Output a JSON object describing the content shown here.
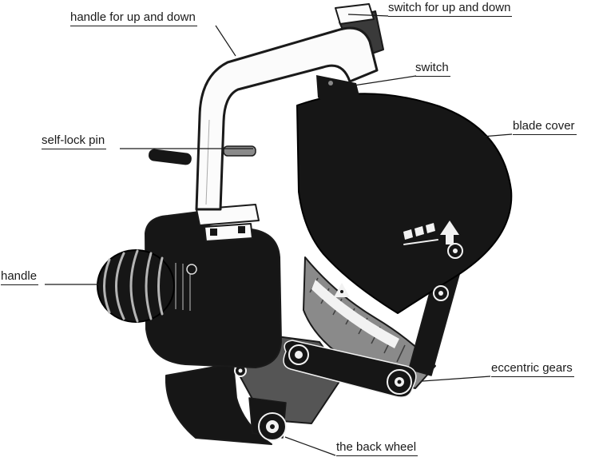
{
  "diagram": {
    "colors": {
      "ink": "#1a1a1a",
      "dark": "#161616",
      "mid": "#555555",
      "gray": "#8a8a8a",
      "light": "#fbfbfb",
      "highlight": "#f2f2f2",
      "paper": "#ffffff"
    },
    "illustration": "power-cutter-side-view",
    "parts": [
      "carry-handle",
      "up-down-switch-tab",
      "trigger-switch",
      "blade-cover",
      "lower-blade-guard",
      "motor-housing",
      "knob-handle",
      "self-lock-pin",
      "clamp-bracket",
      "base-sled",
      "back-wheel",
      "eccentric-gear-arm",
      "pivot-bolts"
    ]
  },
  "labels": [
    {
      "id": "handle-for-up-and-down",
      "text": "handle for up and down"
    },
    {
      "id": "switch-for-up-and-down",
      "text": "switch for up and down"
    },
    {
      "id": "switch",
      "text": "switch"
    },
    {
      "id": "blade-cover",
      "text": "blade cover"
    },
    {
      "id": "self-lock-pin",
      "text": "self-lock pin"
    },
    {
      "id": "handle",
      "text": "handle"
    },
    {
      "id": "eccentric-gears",
      "text": "eccentric gears"
    },
    {
      "id": "the-back-wheel",
      "text": "the back wheel"
    }
  ]
}
